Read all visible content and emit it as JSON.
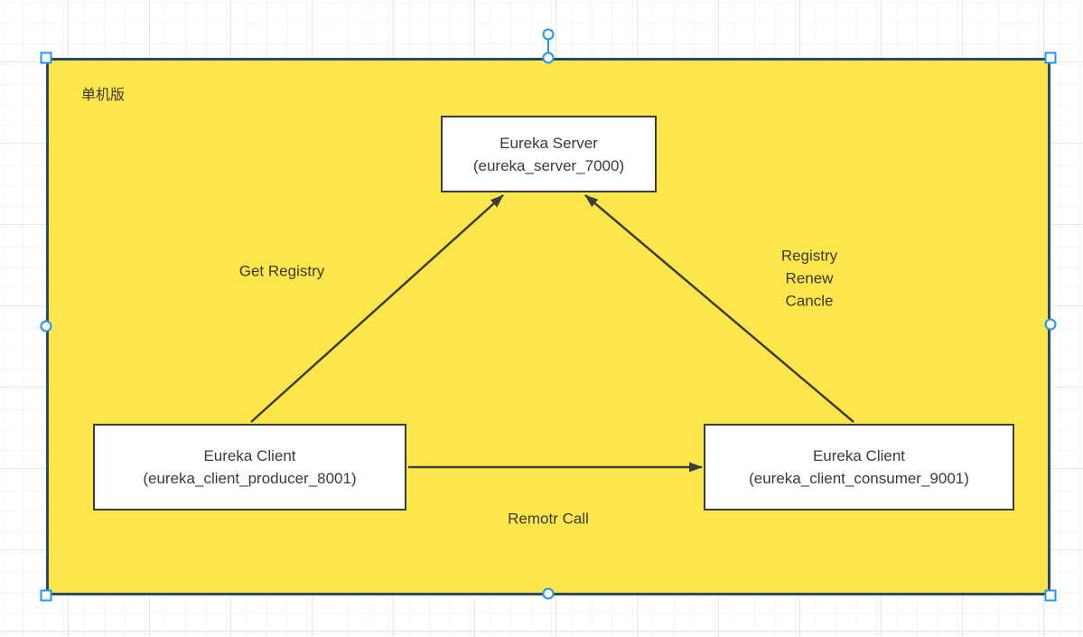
{
  "diagram": {
    "container": {
      "label": "单机版"
    },
    "nodes": [
      {
        "title": "Eureka Server",
        "subtitle": "(eureka_server_7000)"
      },
      {
        "title": "Eureka Client",
        "subtitle": "(eureka_client_producer_8001)"
      },
      {
        "title": "Eureka Client",
        "subtitle": "(eureka_client_consumer_9001)"
      }
    ],
    "edges": [
      {
        "name": "get-registry",
        "label": "Get Registry"
      },
      {
        "name": "registry-renew-cancle",
        "label_lines": [
          "Registry",
          "Renew",
          "Cancle"
        ]
      },
      {
        "name": "remote-call",
        "label": "Remotr Call"
      }
    ],
    "colors": {
      "container_fill": "#FFE64A",
      "container_stroke": "#2A4A66",
      "node_fill": "#FFFFFF",
      "node_stroke": "#3C3C3C",
      "arrow": "#3D3D3D",
      "text": "#3A3A3A",
      "selection_handle": "#2196F3",
      "grid_minor": "#F4F4F4",
      "grid_major": "#E7E7E7"
    }
  }
}
